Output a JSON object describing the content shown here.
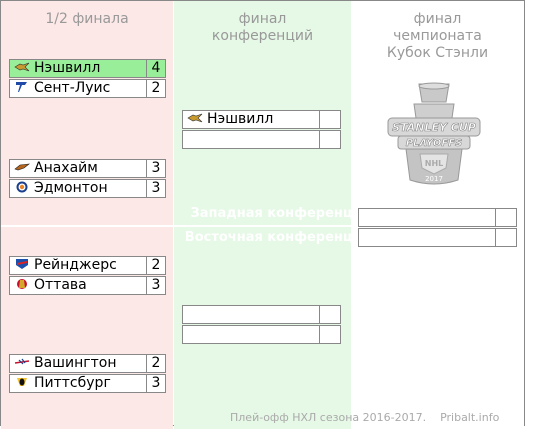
{
  "columns": {
    "semifinal": "1/2 финала",
    "conference_final": "финал конференций",
    "final": "финал чемпионата Кубок Стэнли"
  },
  "conference_labels": {
    "west": "Западная конференция",
    "east": "Восточная конференция"
  },
  "semifinals": [
    {
      "team": "Нэшвилл",
      "score": "4",
      "icon": "predators-logo-icon",
      "winner": true
    },
    {
      "team": "Сент-Луис",
      "score": "2",
      "icon": "blues-logo-icon"
    },
    {
      "team": "Анахайм",
      "score": "3",
      "icon": "ducks-logo-icon"
    },
    {
      "team": "Эдмонтон",
      "score": "3",
      "icon": "oilers-logo-icon"
    },
    {
      "team": "Рейнджерс",
      "score": "2",
      "icon": "rangers-logo-icon"
    },
    {
      "team": "Оттава",
      "score": "3",
      "icon": "senators-logo-icon"
    },
    {
      "team": "Вашингтон",
      "score": "2",
      "icon": "capitals-logo-icon"
    },
    {
      "team": "Питтсбург",
      "score": "3",
      "icon": "penguins-logo-icon"
    }
  ],
  "conference_finals": [
    {
      "team": "Нэшвилл",
      "score": "",
      "icon": "predators-logo-icon"
    }
  ],
  "logo": {
    "line1": "STANLEY CUP",
    "line2": "PLAYOFFS",
    "year": "2017"
  },
  "footer": "Плей-офф НХЛ сезона 2016-2017.    Pribalt.info",
  "colors": {
    "west_bg": "#fde8e8",
    "east_bg": "#e6f8e6",
    "winner": "#99ee99"
  }
}
